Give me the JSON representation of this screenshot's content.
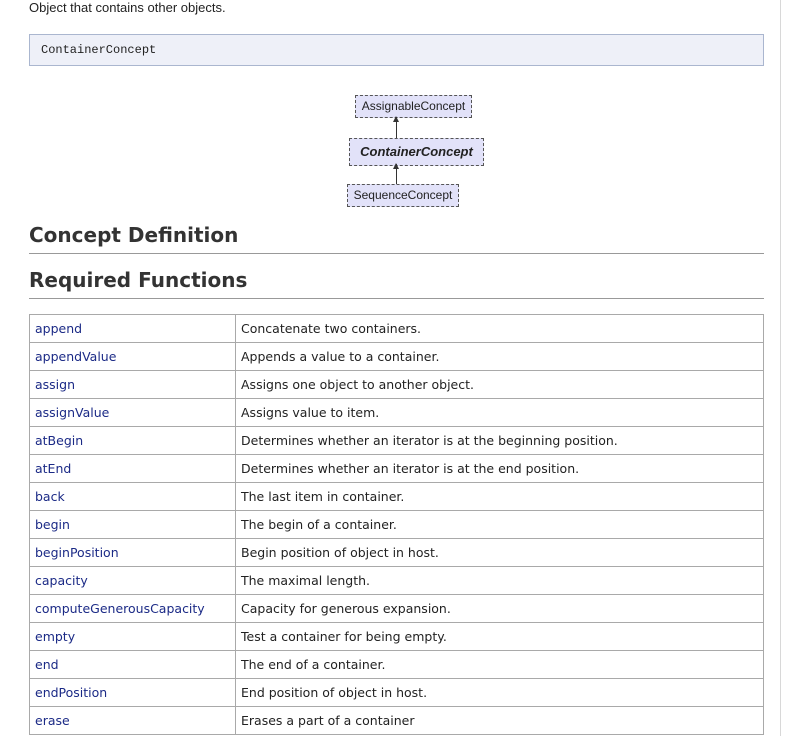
{
  "intro_text": "Object that contains other objects.",
  "code_signature": "ContainerConcept",
  "diagram": {
    "parent": "AssignableConcept",
    "current": "ContainerConcept",
    "child": "SequenceConcept"
  },
  "headings": {
    "concept_definition": "Concept Definition",
    "required_functions": "Required Functions"
  },
  "functions": [
    {
      "name": "append",
      "desc": "Concatenate two containers."
    },
    {
      "name": "appendValue",
      "desc": "Appends a value to a container."
    },
    {
      "name": "assign",
      "desc": "Assigns one object to another object."
    },
    {
      "name": "assignValue",
      "desc": "Assigns value to item."
    },
    {
      "name": "atBegin",
      "desc": "Determines whether an iterator is at the beginning position."
    },
    {
      "name": "atEnd",
      "desc": "Determines whether an iterator is at the end position."
    },
    {
      "name": "back",
      "desc": "The last item in container."
    },
    {
      "name": "begin",
      "desc": "The begin of a container."
    },
    {
      "name": "beginPosition",
      "desc": "Begin position of object in host."
    },
    {
      "name": "capacity",
      "desc": "The maximal length."
    },
    {
      "name": "computeGenerousCapacity",
      "desc": "Capacity for generous expansion."
    },
    {
      "name": "empty",
      "desc": "Test a container for being empty."
    },
    {
      "name": "end",
      "desc": "The end of a container."
    },
    {
      "name": "endPosition",
      "desc": "End position of object in host."
    },
    {
      "name": "erase",
      "desc": "Erases a part of a container"
    }
  ],
  "colors": {
    "link": "#1b2a86",
    "node_fill": "#e2e2f9",
    "codebox_fill": "#eef0f8"
  }
}
